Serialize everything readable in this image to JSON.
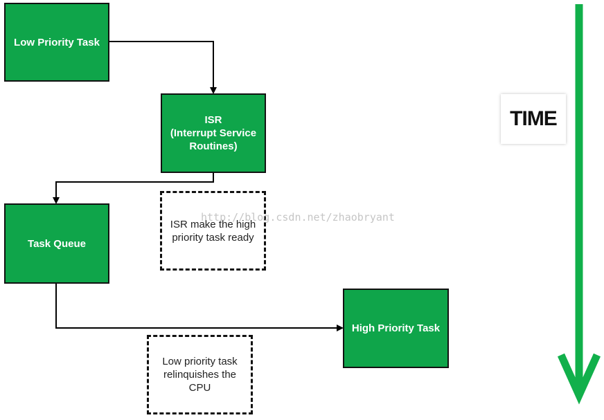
{
  "colors": {
    "box_fill": "#0fa54a",
    "box_border": "#111111",
    "arrow": "#000000",
    "time_arrow": "#11b04b"
  },
  "nodes": {
    "low_priority_task": "Low Priority Task",
    "isr": [
      "ISR",
      "(Interrupt Service",
      "Routines)"
    ],
    "task_queue": "Task Queue",
    "high_priority_task": "High Priority Task"
  },
  "notes": {
    "isr_ready": [
      "ISR make the high",
      "priority task ready"
    ],
    "relinquish": [
      "Low priority task",
      "relinquishes the",
      "CPU"
    ]
  },
  "time_label": "TIME",
  "watermark": "http://blog.csdn.net/zhaobryant"
}
